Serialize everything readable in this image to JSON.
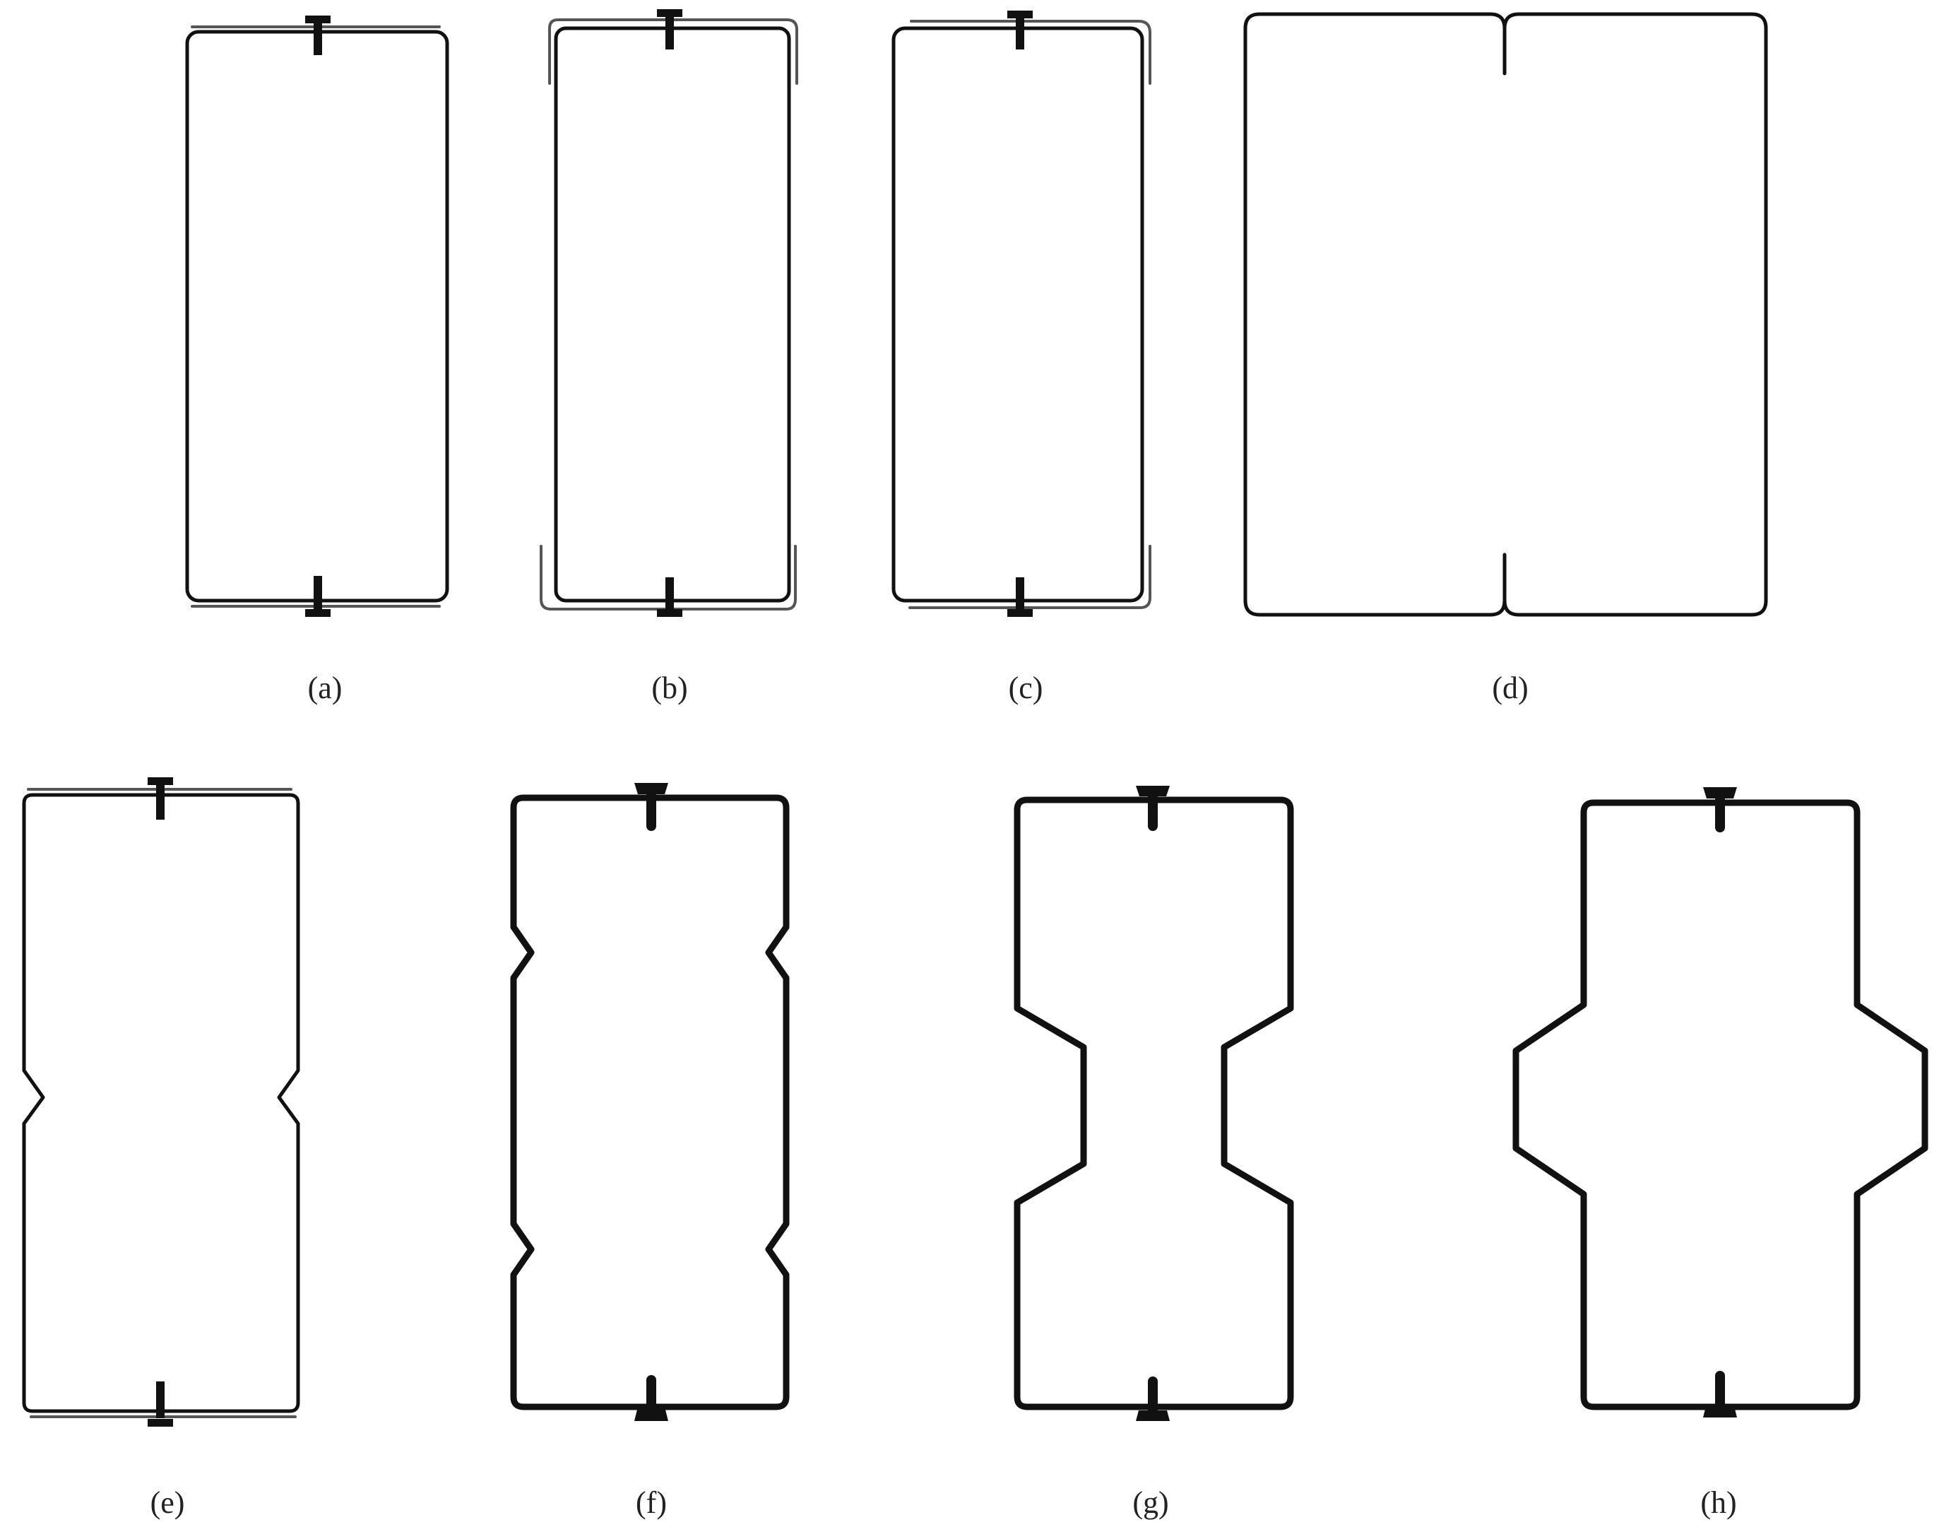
{
  "figure": {
    "panels": [
      {
        "id": "a",
        "label": "(a)"
      },
      {
        "id": "b",
        "label": "(b)"
      },
      {
        "id": "c",
        "label": "(c)"
      },
      {
        "id": "d",
        "label": "(d)"
      },
      {
        "id": "e",
        "label": "(e)"
      },
      {
        "id": "f",
        "label": "(f)"
      },
      {
        "id": "g",
        "label": "(g)"
      },
      {
        "id": "h",
        "label": "(h)"
      }
    ]
  }
}
